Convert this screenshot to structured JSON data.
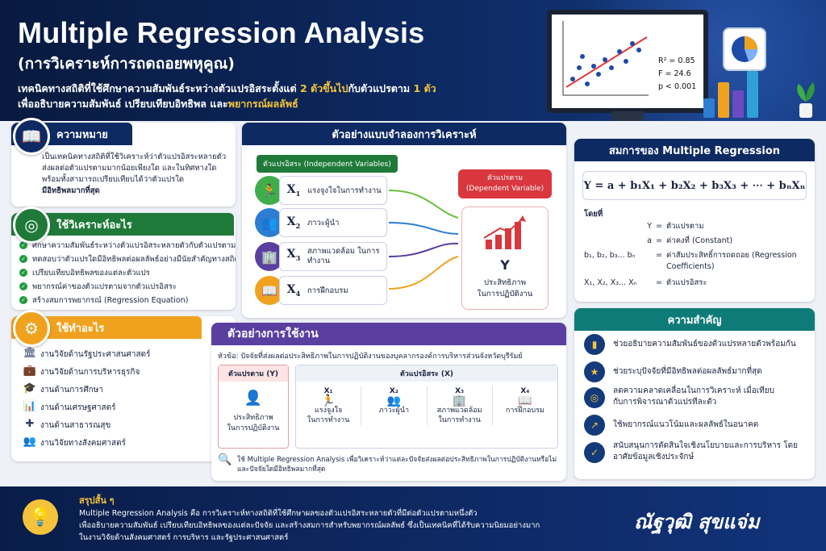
{
  "header": {
    "title": "Multiple Regression Analysis",
    "subtitle": "(การวิเคราะห์การถดถอยพหุคูณ)",
    "desc_a": "เทคนิคทางสถิติที่ใช้ศึกษาความสัมพันธ์ระหว่างตัวแปรอิสระตั้งแต่ ",
    "desc_b": "2 ตัวขึ้นไป",
    "desc_c": "กับตัวแปรตาม ",
    "desc_d": "1 ตัว",
    "desc_e": "เพื่ออธิบายความสัมพันธ์ เปรียบเทียบอิทธิพล และ",
    "desc_f": "พยากรณ์ผลลัพธ์",
    "stat_r2": "R² = 0.85",
    "stat_f": "F = 24.6",
    "stat_p": "p < 0.001"
  },
  "meaning": {
    "title": "ความหมาย",
    "text": "เป็นเทคนิคทางสถิติที่ใช้วิเคราะห์ว่าตัวแปรอิสระหลายตัวส่งผลต่อตัวแปรตามมากน้อยเพียงใด และในทิศทางใด พร้อมทั้งสามารถเปรียบเทียบได้ว่าตัวแปรใด",
    "bold": "มีอิทธิพลมากที่สุด"
  },
  "purpose": {
    "title": "ใช้วิเคราะห์อะไร",
    "items": [
      "ศึกษาความสัมพันธ์ระหว่างตัวแปรอิสระหลายตัวกับตัวแปรตาม",
      "ทดสอบว่าตัวแปรใดมีอิทธิพลต่อผลลัพธ์อย่างมีนัยสำคัญทางสถิติ",
      "เปรียบเทียบอิทธิพลของแต่ละตัวแปร",
      "พยากรณ์ค่าของตัวแปรตามจากตัวแปรอิสระ",
      "สร้างสมการพยากรณ์ (Regression Equation)"
    ]
  },
  "uses": {
    "title": "ใช้ทำอะไร",
    "items": [
      "งานวิจัยด้านรัฐประศาสนศาสตร์",
      "งานวิจัยด้านการบริหารธุรกิจ",
      "งานด้านการศึกษา",
      "งานด้านเศรษฐศาสตร์",
      "งานด้านสาธารณสุข",
      "งานวิจัยทางสังคมศาสตร์"
    ]
  },
  "model": {
    "title": "ตัวอย่างแบบจำลองการวิเคราะห์",
    "iv_label": "ตัวแปรอิสระ (Independent Variables)",
    "dv_label1": "ตัวแปรตาม",
    "dv_label2": "(Dependent Variable)",
    "vars": [
      {
        "sym": "X",
        "sub": "1",
        "label": "แรงจูงใจในการทำงาน"
      },
      {
        "sym": "X",
        "sub": "2",
        "label": "ภาวะผู้นำ"
      },
      {
        "sym": "X",
        "sub": "3",
        "label": "สภาพแวดล้อม ในการทำงาน"
      },
      {
        "sym": "X",
        "sub": "4",
        "label": "การฝึกอบรม"
      }
    ],
    "y": "Y",
    "y_label1": "ประสิทธิภาพ",
    "y_label2": "ในการปฏิบัติงาน"
  },
  "equation": {
    "title": "สมการของ Multiple Regression",
    "formula": "Y = a + b₁X₁ + b₂X₂ + b₃X₃ + ⋯ + bₙXₙ",
    "where": "โดยที่",
    "rows": [
      {
        "sym": "Y",
        "eq": "=",
        "def": "ตัวแปรตาม"
      },
      {
        "sym": "a",
        "eq": "=",
        "def": "ค่าคงที่ (Constant)"
      },
      {
        "sym": "b₁, b₂, b₃... bₙ",
        "eq": "=",
        "def": "ค่าสัมประสิทธิ์การถดถอย (Regression Coefficients)"
      },
      {
        "sym": "X₁, X₂, X₃... Xₙ",
        "eq": "=",
        "def": "ตัวแปรอิสระ"
      }
    ]
  },
  "importance": {
    "title": "ความสำคัญ",
    "items": [
      "ช่วยอธิบายความสัมพันธ์ของตัวแปรหลายตัวพร้อมกัน",
      "ช่วยระบุปัจจัยที่มีอิทธิพลต่อผลลัพธ์มากที่สุด",
      "ลดความคลาดเคลื่อนในการวิเคราะห์ เมื่อเทียบกับการพิจารณาตัวแปรทีละตัว",
      "ใช้พยากรณ์แนวโน้มและผลลัพธ์ในอนาคต",
      "สนับสนุนการตัดสินใจเชิงนโยบายและการบริหาร โดยอาศัยข้อมูลเชิงประจักษ์"
    ]
  },
  "example": {
    "title": "ตัวอย่างการใช้งาน",
    "topic": "หัวข้อ:  ปัจจัยที่ส่งผลต่อประสิทธิภาพในการปฏิบัติงานของบุคลากรองค์การบริหารส่วนจังหวัดบุรีรัมย์",
    "dv": "ตัวแปรตาม (Y)",
    "dv_text1": "ประสิทธิภาพ",
    "dv_text2": "ในการปฏิบัติงาน",
    "iv": "ตัวแปรอิสระ (X)",
    "cols": [
      {
        "h": "X₁",
        "l1": "แรงจูงใจ",
        "l2": "ในการทำงาน"
      },
      {
        "h": "X₂",
        "l1": "ภาวะผู้นำ",
        "l2": ""
      },
      {
        "h": "X₃",
        "l1": "สภาพแวดล้อม",
        "l2": "ในการทำงาน"
      },
      {
        "h": "X₄",
        "l1": "การฝึกอบรม",
        "l2": ""
      }
    ],
    "note": "ใช้ Multiple Regression Analysis เพื่อวิเคราะห์ว่าแต่ละปัจจัยส่งผลต่อประสิทธิภาพในการปฏิบัติงานหรือไม่ และปัจจัยใดมีอิทธิพลมากที่สุด"
  },
  "summary": {
    "title": "สรุปสั้น ๆ",
    "l1": "Multiple Regression Analysis คือ การวิเคราะห์ทางสถิติที่ใช้ศึกษาผลของตัวแปรอิสระหลายตัวที่มีต่อตัวแปรตามหนึ่งตัว",
    "l2": "เพื่ออธิบายความสัมพันธ์ เปรียบเทียบอิทธิพลของแต่ละปัจจัย และสร้างสมการสำหรับพยากรณ์ผลลัพธ์ ซึ่งเป็นเทคนิคที่ได้รับความนิยมอย่างมาก",
    "l3": "ในงานวิจัยด้านสังคมศาสตร์ การบริหาร และรัฐประศาสนศาสตร์",
    "author": "ณัฐวุฒิ สุขแจ่ม"
  },
  "colors": {
    "navy": "#0d2a63",
    "green": "#1f7a3a",
    "orange": "#f0a21f",
    "purple": "#5a3fa0",
    "teal": "#0f7b78",
    "red": "#d9363e"
  }
}
